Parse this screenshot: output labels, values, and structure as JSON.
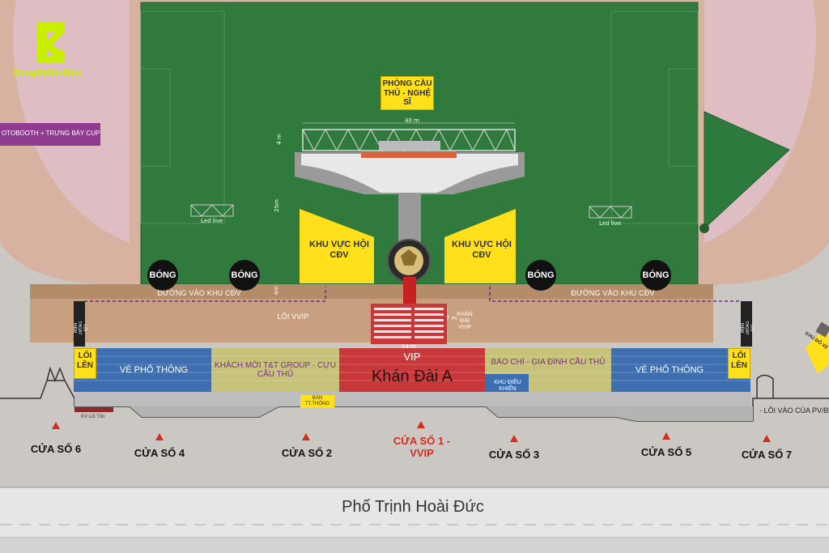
{
  "brand": {
    "name": "BóngĐáBênBến",
    "color": "#c8f000"
  },
  "zones": {
    "players_room": "PHÒNG CẦU THỦ - NGHỆ SĨ",
    "fan_left": "KHU VỰC HỘI CĐV",
    "fan_right": "KHU VỰC HỘI CĐV",
    "photobooth": "OTOBOOTH + TRƯNG BÀY CUP",
    "led_left": "Led live",
    "led_right": "Led live",
    "ball_label": "BÓNG",
    "fan_path_left": "ĐƯỜNG VÀO KHU CĐV",
    "fan_path_right": "ĐƯỜNG VÀO KHU CĐV",
    "vvip_lane": "LỐI VVIP",
    "vip_stand": "KHÁN ĐÀI VVIP",
    "dim_top": "40 m",
    "dim_side1": "4 m",
    "dim_side2": "25m",
    "dim_side3": "4m",
    "dim_stand_w": "14 m",
    "dim_stand_h": "7 m",
    "exit_left": "LỐI THOÁT HIỂM",
    "exit_right": "LỐI THOÁT HIỂM",
    "entry_left": "LỐI LÊN",
    "entry_right": "LỐI LÊN",
    "side_note_right": "KHU ĐỖ XE",
    "stand": {
      "general_left": "VÉ PHỔ THÔNG",
      "guests": "KHÁCH MỜI T&T GROUP - CỰU CẦU THỦ",
      "vip": "VIP",
      "stand_name": "Khán Đài A",
      "press": "BÁO CHÍ - GIA ĐÌNH CẦU THỦ",
      "control": "KHU ĐIỀU KHIỂN",
      "general_right": "VÉ PHỔ THÔNG",
      "info_desk": "BÀN TT.THÔNG",
      "ticket_area": "KV Lối Tôn",
      "pv_lane": "- LỐI VÀO CỦA PV/BTC"
    },
    "street": "Phố Trịnh Hoài Đức"
  },
  "gates": [
    {
      "label": "CỬA SỐ 6",
      "highlight": false
    },
    {
      "label": "CỬA SỐ 4",
      "highlight": false
    },
    {
      "label": "CỬA SỐ 2",
      "highlight": false
    },
    {
      "label": "CỬA SỐ 1 -VVIP",
      "highlight": true
    },
    {
      "label": "CỬA SỐ 3",
      "highlight": false
    },
    {
      "label": "CỬA SỐ 5",
      "highlight": false
    },
    {
      "label": "CỬA SỐ 7",
      "highlight": false
    }
  ],
  "colors": {
    "pitch": "#2f7a3c",
    "track": "#d9b3a0",
    "stand_blue": "#3d6fb0",
    "stand_khaki": "#c7c27a",
    "stand_red": "#c8383a",
    "gate_red": "#d62b1e",
    "accent_yellow": "#ffe01a"
  }
}
